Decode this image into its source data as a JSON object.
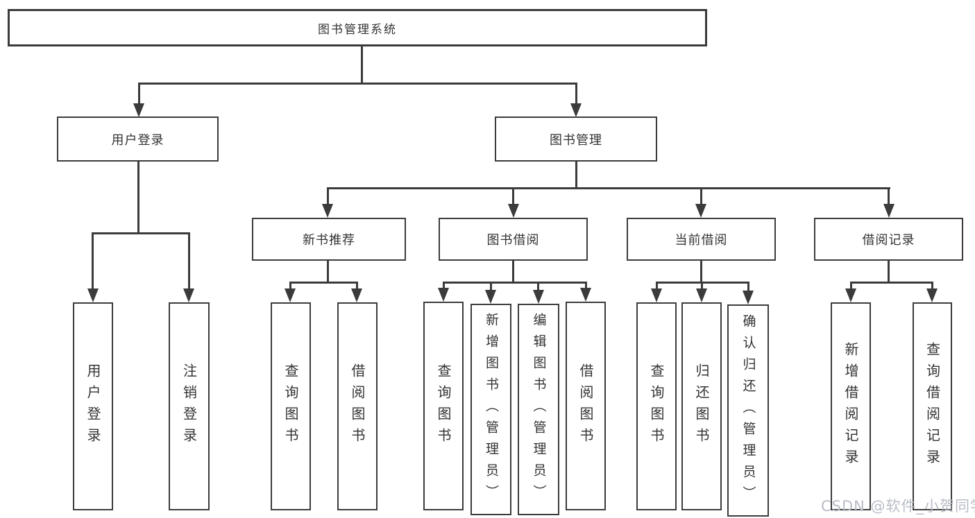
{
  "nodes": {
    "root": {
      "label": "图书管理系统"
    },
    "user_login": {
      "label": "用户登录"
    },
    "book_management": {
      "label": "图书管理"
    },
    "new_book_recommend": {
      "label": "新书推荐"
    },
    "book_borrowing": {
      "label": "图书借阅"
    },
    "current_borrowing": {
      "label": "当前借阅"
    },
    "borrowing_records": {
      "label": "借阅记录"
    },
    "login_user_login": {
      "label": "用户登录"
    },
    "login_logout": {
      "label": "注销登录"
    },
    "recommend_query_books": {
      "label": "查询图书"
    },
    "recommend_borrow_books": {
      "label": "借阅图书"
    },
    "borrowing_query_books": {
      "label": "查询图书"
    },
    "borrowing_add_books_admin": {
      "label": "新增图书（管理员）"
    },
    "borrowing_edit_books_admin": {
      "label": "编辑图书（管理员）"
    },
    "borrowing_borrow_books": {
      "label": "借阅图书"
    },
    "current_query_books": {
      "label": "查询图书"
    },
    "current_return_books": {
      "label": "归还图书"
    },
    "current_confirm_return_admin": {
      "label": "确认归还（管理员）"
    },
    "records_add_record": {
      "label": "新增借阅记录"
    },
    "records_query_record": {
      "label": "查询借阅记录"
    }
  },
  "watermark": {
    "text": "CSDN @软件_小贺同学"
  },
  "colors": {
    "line": "#3b3b3b",
    "text": "#333333",
    "watermark": "#b9bdc6",
    "background": "#ffffff"
  }
}
